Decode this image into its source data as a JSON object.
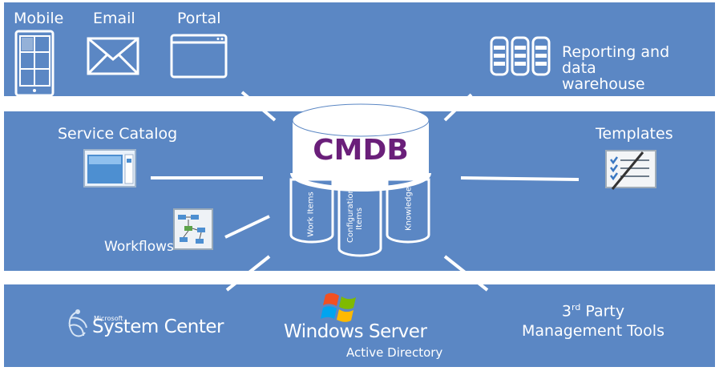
{
  "top": {
    "mobile_label": "Mobile",
    "email_label": "Email",
    "portal_label": "Portal",
    "reporting_label": "Reporting and data warehouse"
  },
  "middle": {
    "service_catalog_label": "Service Catalog",
    "workflows_label": "Workflows",
    "templates_label": "Templates"
  },
  "cmdb": {
    "title": "CMDB",
    "cylinders": [
      "Work Items",
      "Configuration Items",
      "Knowledge"
    ]
  },
  "bottom": {
    "system_center_brand": "Microsoft",
    "system_center_name": "System Center",
    "windows_server_name": "Windows Server",
    "windows_server_sub": "Active Directory",
    "third_party_ordinal": "3",
    "third_party_suffix": "rd",
    "third_party_rest": "Party Management Tools"
  },
  "colors": {
    "band": "#5b87c4",
    "cmdb_title": "#6a1f7a",
    "background": "#ffffff"
  }
}
